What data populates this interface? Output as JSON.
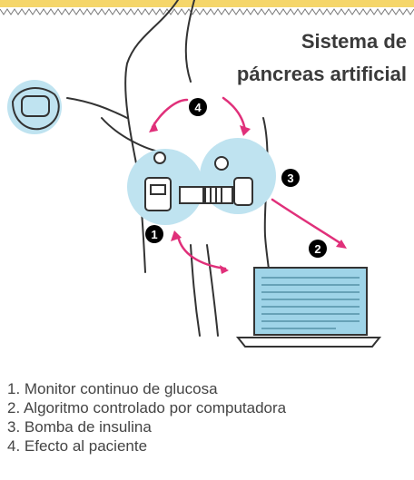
{
  "title": {
    "line1": "Sistema de",
    "line2": "páncreas artificial"
  },
  "markers": [
    "1",
    "2",
    "3",
    "4"
  ],
  "legend": [
    "1. Monitor continuo de glucosa",
    "2. Algoritmo controlado por computadora",
    "3. Bomba de insulina",
    "4. Efecto al paciente"
  ],
  "colors": {
    "accent_band": "#f5d66a",
    "device_bubble": "#bfe3f0",
    "arrow": "#e0307a",
    "screen": "#9fd4e8",
    "marker": "#000000"
  }
}
